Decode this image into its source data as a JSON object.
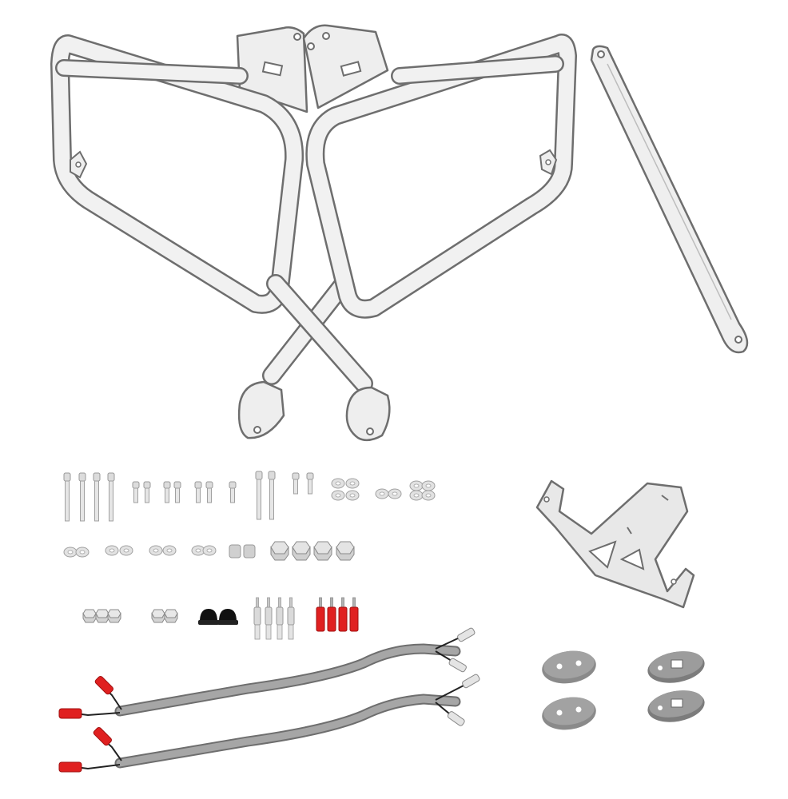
{
  "colors": {
    "background": "#ffffff",
    "metal_fill": "#f1f1f1",
    "outline": "#6e6e6e",
    "cable": "#9a9a9a",
    "hardware": "#d2d2d2",
    "red_terminal": "#e02020",
    "black_cap": "#111111",
    "rubber_pad": "#8a8a8a"
  },
  "parts": [
    {
      "name": "left-side-frame"
    },
    {
      "name": "right-side-frame"
    },
    {
      "name": "center-mounting-plates"
    },
    {
      "name": "diagonal-brace-bar"
    },
    {
      "name": "license-plate-bracket"
    },
    {
      "name": "bolt-set"
    },
    {
      "name": "washer-set"
    },
    {
      "name": "nut-set"
    },
    {
      "name": "black-caps"
    },
    {
      "name": "connector-terminals"
    },
    {
      "name": "red-terminals"
    },
    {
      "name": "wiring-harness"
    },
    {
      "name": "rubber-spacer-pads"
    }
  ]
}
